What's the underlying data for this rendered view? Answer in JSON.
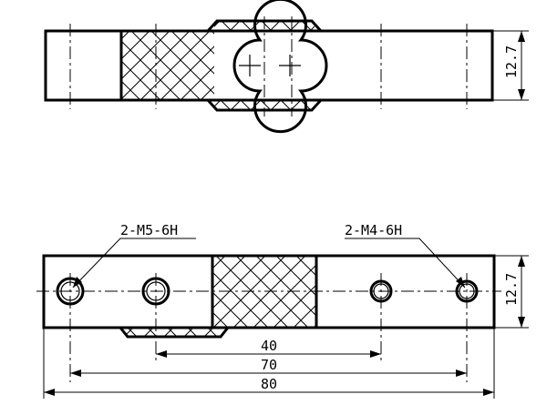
{
  "top_view": {
    "height_label": "12.7"
  },
  "front_view": {
    "thread_label_left": "2-M5-6H",
    "thread_label_right": "2-M4-6H",
    "height_label": "12.7",
    "dim_40": "40",
    "dim_70": "70",
    "dim_80": "80"
  }
}
